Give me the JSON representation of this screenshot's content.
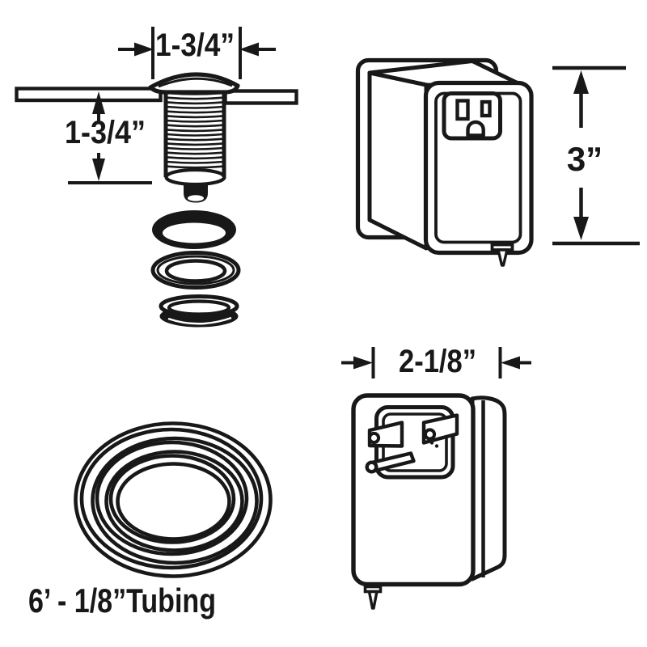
{
  "labels": {
    "switch_width": "1-3/4”",
    "switch_depth": "1-3/4”",
    "outlet_height": "3”",
    "plug_width": "2-1/8”",
    "tubing": "6’ - 1/8”Tubing"
  },
  "colors": {
    "line": "#181818",
    "background": "#ffffff"
  }
}
